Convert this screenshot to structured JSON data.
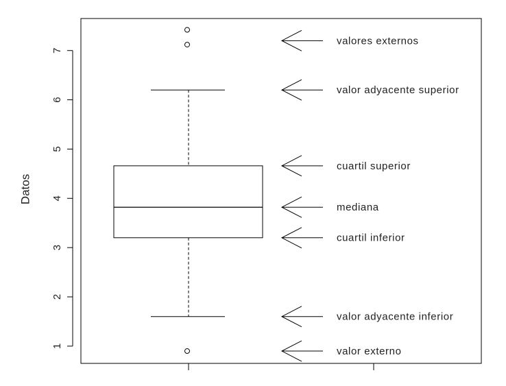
{
  "chart_data": {
    "type": "boxplot",
    "ylabel": "Datos",
    "ylim": [
      0.65,
      7.65
    ],
    "yticks": [
      1,
      2,
      3,
      4,
      5,
      6,
      7
    ],
    "box": {
      "whisker_low": 1.6,
      "q1": 3.2,
      "median": 3.82,
      "q3": 4.66,
      "whisker_high": 6.2
    },
    "outliers": [
      0.9,
      7.12,
      7.42
    ],
    "annotations": [
      {
        "text": "valores externos",
        "y": 7.2
      },
      {
        "text": "valor adyacente superior",
        "y": 6.2
      },
      {
        "text": "cuartil superior",
        "y": 4.66
      },
      {
        "text": "mediana",
        "y": 3.82
      },
      {
        "text": "cuartil inferior",
        "y": 3.2
      },
      {
        "text": "valor adyacente inferior",
        "y": 1.6
      },
      {
        "text": "valor externo",
        "y": 0.9
      }
    ]
  }
}
